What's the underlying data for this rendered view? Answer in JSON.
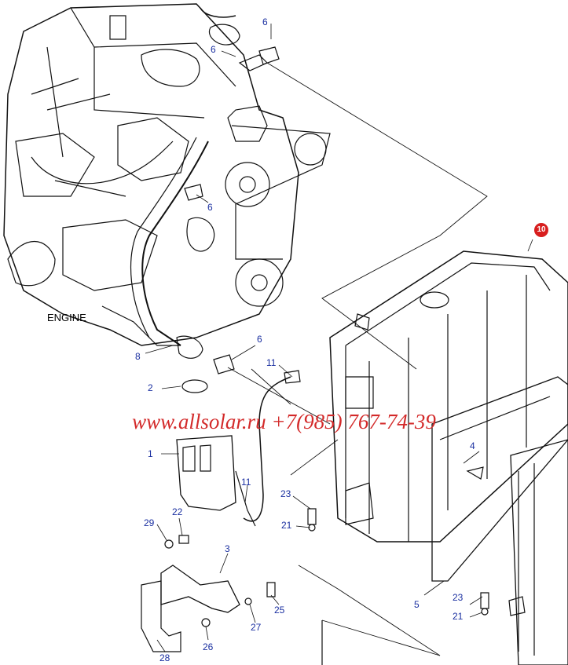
{
  "engine_label": "ENGINE",
  "watermark": "www.allsolar.ru +7(985) 767-74-39",
  "badge": "10",
  "callouts": {
    "c1": "1",
    "c2": "2",
    "c3": "3",
    "c4": "4",
    "c5": "5",
    "c6a": "6",
    "c6b": "6",
    "c6c": "6",
    "c6d": "6",
    "c8": "8",
    "c11a": "11",
    "c11b": "11",
    "c21a": "21",
    "c21b": "21",
    "c22": "22",
    "c23a": "23",
    "c23b": "23",
    "c25": "25",
    "c26": "26",
    "c27": "27",
    "c28": "28",
    "c29": "29"
  },
  "colors": {
    "callout": "#1a2fa0",
    "watermark": "#d32a2a",
    "badge": "#d81e1e",
    "line": "#111111"
  }
}
